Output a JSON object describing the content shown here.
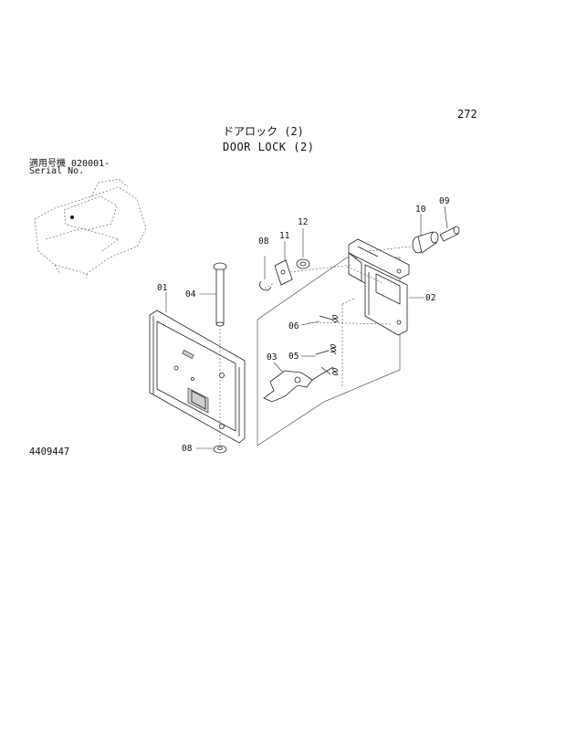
{
  "page_number": "272",
  "title_jp": "ドアロック (2)",
  "title_en": "DOOR LOCK (2)",
  "serial_label_jp": "適用号機  020001-",
  "serial_label_en": "Serial No.",
  "drawing_number": "4409447",
  "callouts": {
    "p01": "01",
    "p02": "02",
    "p03": "03",
    "p04": "04",
    "p05": "05",
    "p06": "06",
    "p08_top": "08",
    "p08_bottom": "08",
    "p09": "09",
    "p10": "10",
    "p11": "11",
    "p12": "12"
  }
}
